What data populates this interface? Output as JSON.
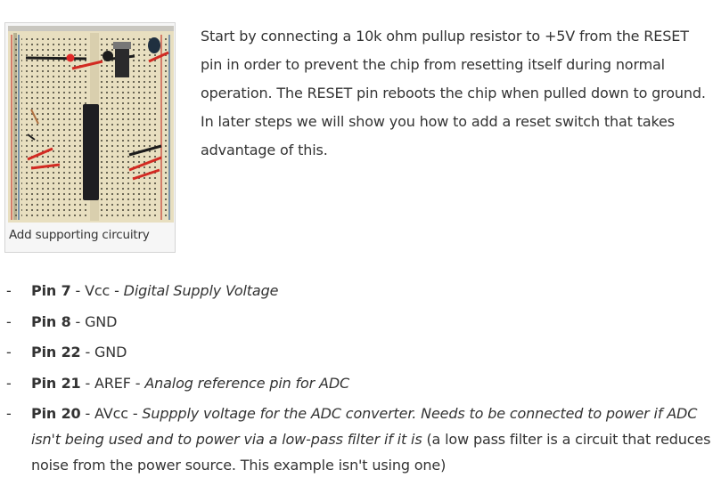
{
  "figure": {
    "caption": "Add supporting circuitry",
    "image_icon": "breadboard-photo-icon"
  },
  "intro_text": "Start by connecting a 10k ohm pullup resistor to +5V from the RESET pin in order to prevent the chip from resetting itself during normal operation. The RESET pin reboots the chip when pulled down to ground. In later steps we will show you how to add a reset switch that takes advantage of this.",
  "pins": [
    {
      "bullet": "-",
      "pin": "Pin 7",
      "sep1": " - ",
      "name": "Vcc",
      "sep2": " - ",
      "desc": "Digital Supply Voltage",
      "note": ""
    },
    {
      "bullet": "-",
      "pin": "Pin 8",
      "sep1": " - ",
      "name": "GND",
      "sep2": "",
      "desc": "",
      "note": ""
    },
    {
      "bullet": "-",
      "pin": "Pin 22",
      "sep1": " - ",
      "name": "GND",
      "sep2": "",
      "desc": "",
      "note": ""
    },
    {
      "bullet": "-",
      "pin": "Pin 21",
      "sep1": " - ",
      "name": "AREF",
      "sep2": " - ",
      "desc": "Analog reference pin for ADC",
      "note": ""
    },
    {
      "bullet": "-",
      "pin": "Pin 20",
      "sep1": " - ",
      "name": "AVcc",
      "sep2": " - ",
      "desc": "Suppply voltage for the ADC converter. Needs to be connected to power if ADC isn't being used and to power via a low-pass filter if it is",
      "note": " (a low pass filter is a circuit that reduces noise from the power source. This example isn't using one)"
    }
  ]
}
